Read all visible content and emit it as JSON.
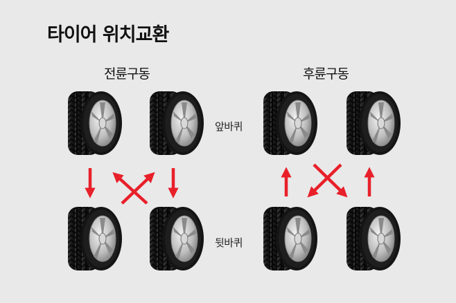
{
  "title": "타이어 위치교환",
  "sections": {
    "front_wheel_drive": "전륜구동",
    "rear_wheel_drive": "후륜구동"
  },
  "row_labels": {
    "front": "앞바퀴",
    "rear": "뒷바퀴"
  },
  "colors": {
    "background": "#e9e9e9",
    "arrow": "#e8202a",
    "tire": "#161616"
  }
}
